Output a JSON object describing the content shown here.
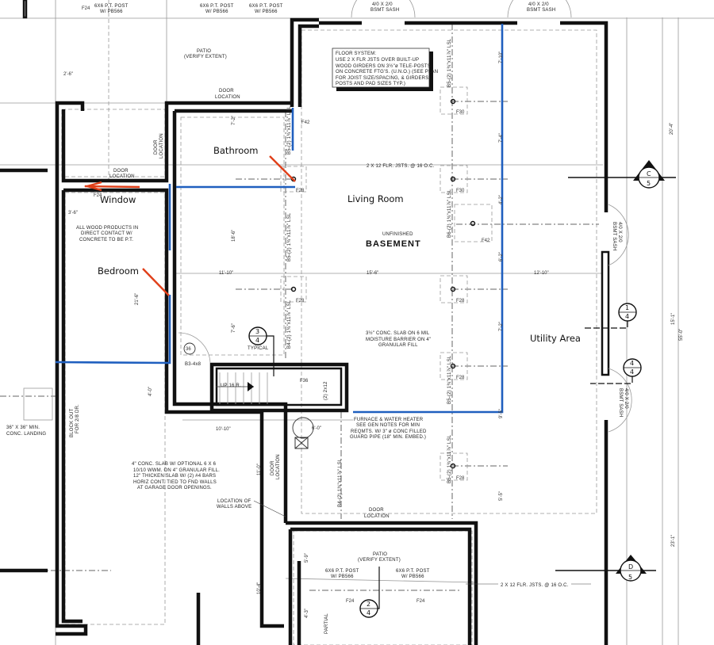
{
  "rooms": {
    "bathroom": "Bathroom",
    "living_room": "Living Room",
    "window": "Window",
    "bedroom": "Bedroom",
    "utility_area": "Utility Area",
    "basement_sub": "UNFINISHED",
    "basement": "BASEMENT"
  },
  "notes": {
    "floor_system": [
      "FLOOR SYSTEM:",
      "USE 2 X  FLR JSTS OVER BUILT-UP",
      "WOOD GIRDERS ON 3½\"ø TELE-POSTS",
      "ON CONCRETE FTG'S. (U.N.O.) (SEE PLAN",
      "FOR JOIST SIZE/SPACING, & GIRDERS,",
      "POSTS AND PAD SIZES TYP.)"
    ],
    "wood_products": [
      "ALL WOOD PRODUCTS IN",
      "DIRECT CONTACT W/",
      "CONCRETE TO BE P.T."
    ],
    "slab": [
      "3½\" CONC. SLAB ON 6 MIL",
      "MOISTURE BARRIER ON 4\"",
      "GRANULAR FILL"
    ],
    "furnace": [
      "FURNACE & WATER HEATER",
      "SEE GEN NOTES FOR MIN",
      "REQMTS. W/ 3\" ø CONC FILLED",
      "GUARD PIPE (18\" MIN. EMBED.)"
    ],
    "garage_slab": [
      "4\" CONC. SLAB W/ OPTIONAL 6 X 6",
      "10/10 WWM. ON 4\" GRANULAR FILL.",
      "12\" THICKEN SLAB W/ (2) #4 BARS",
      "HORIZ CONT. TIED TO FND WALLS",
      "AT GARAGE DOOR OPENINGS."
    ],
    "walls_above": [
      "LOCATION OF",
      "WALLS ABOVE"
    ],
    "landing": [
      "36\" X 36\" MIN.",
      "CONC. LANDING"
    ],
    "block_out": [
      "BLOCK OUT",
      "FOR 2/8 DR."
    ],
    "patio_top": [
      "PATIO",
      "(VERIFY EXTENT)"
    ],
    "patio_bottom": [
      "PATIO",
      "(VERIFY EXTENT)"
    ],
    "door_location": "DOOR",
    "door_location2": "LOCATION",
    "post": [
      "6X6 P.T. POST",
      "W/ PB566"
    ],
    "bsmt_sash": [
      "4/0 X 2/0",
      "BSMT SASH"
    ],
    "joists": "2 X 12 FLR. JSTS. @ 16 O.C.",
    "stair": "UP 16 R.",
    "typical": "TYPICAL",
    "partial": "PARTIAL",
    "header": "(2) 2x12",
    "beam_label": "B5-(2) 1¾\"x11⅞\" LSL",
    "beam_b4": "B4-(2) 1¾\"x11⅞\" LSL",
    "beam_b6": "B6-(2) 1¾\"x11⅞\" LSL",
    "b3": "B3-4x8"
  },
  "footings": [
    "F24",
    "F28",
    "F30",
    "F36",
    "F42"
  ],
  "dimensions": [
    "2'-6\"",
    "3'-6\"",
    "21'-6\"",
    "11'-10\"",
    "15'-6\"",
    "12'-10\"",
    "7'-10\"",
    "7'-4\"",
    "4'-2\"",
    "6'-2\"",
    "7'-2\"",
    "9'-5\"",
    "5'-5\"",
    "20'-4\"",
    "15'-1\"",
    "55'-0\"",
    "23'-1\"",
    "10'-10\"",
    "4'-0\"",
    "7'-2\"",
    "18'-6\"",
    "11'-0\"",
    "5'-9\"",
    "4'-3\"",
    "6'-0\"",
    "7'-6\"",
    "10'-4\""
  ],
  "section_markers": [
    {
      "top": "C",
      "bottom": "5"
    },
    {
      "top": "D",
      "bottom": "5"
    }
  ],
  "detail_markers": [
    {
      "top": "3",
      "bottom": "4"
    },
    {
      "top": "1",
      "bottom": "4"
    },
    {
      "top": "4",
      "bottom": "4"
    },
    {
      "top": "2",
      "bottom": "4"
    }
  ],
  "door_tag": "36",
  "colors": {
    "markup_blue": "#1f5fbf",
    "markup_red": "#e0401a",
    "wall": "#111111"
  }
}
